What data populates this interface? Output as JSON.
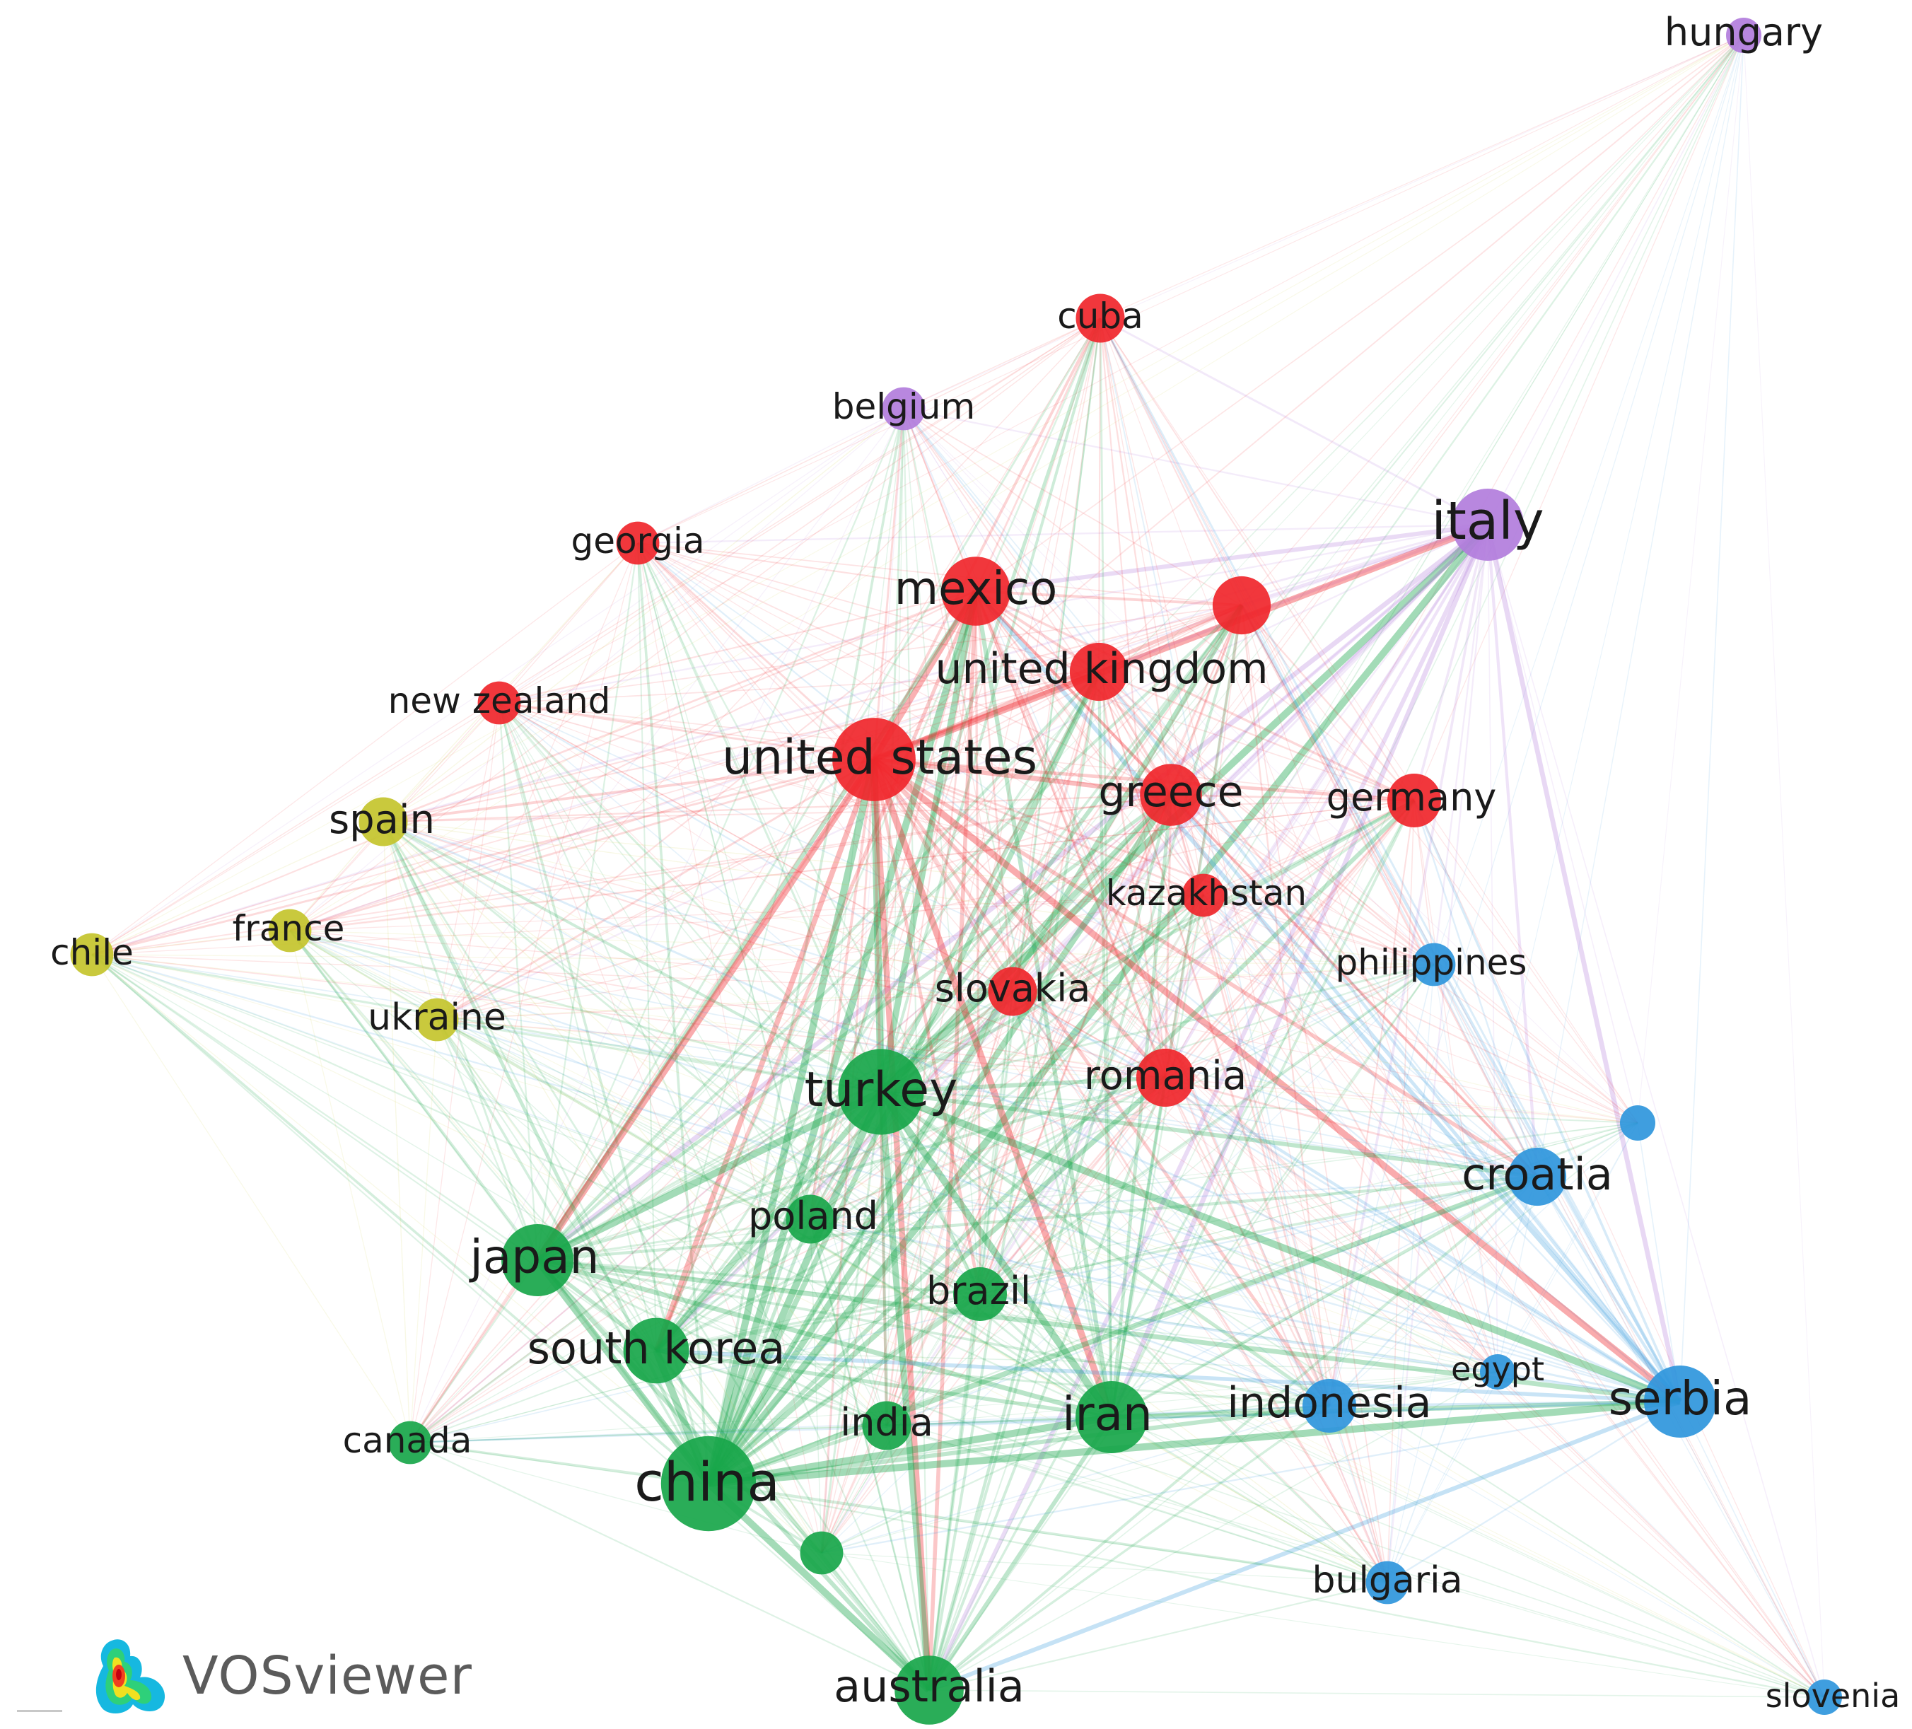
{
  "clusters": {
    "red": "#f0262b",
    "green": "#18a64a",
    "blue": "#2f96dc",
    "yellow": "#c4c42c",
    "purple": "#b27ddc"
  },
  "nodes": [
    {
      "id": "hungary",
      "label": "hungary",
      "cluster": "purple",
      "weight": 1
    },
    {
      "id": "italy",
      "label": "italy",
      "cluster": "purple",
      "weight": 9
    },
    {
      "id": "belgium",
      "label": "belgium",
      "cluster": "purple",
      "weight": 2
    },
    {
      "id": "cuba",
      "label": "cuba",
      "cluster": "red",
      "weight": 3
    },
    {
      "id": "georgia",
      "label": "georgia",
      "cluster": "red",
      "weight": 2
    },
    {
      "id": "mexico",
      "label": "mexico",
      "cluster": "red",
      "weight": 8
    },
    {
      "id": "red_unlabeled",
      "label": "",
      "cluster": "red",
      "weight": 5
    },
    {
      "id": "united_kingdom",
      "label": "united kingdom",
      "cluster": "red",
      "weight": 5
    },
    {
      "id": "new_zealand",
      "label": "new zealand",
      "cluster": "red",
      "weight": 2
    },
    {
      "id": "united_states",
      "label": "united states",
      "cluster": "red",
      "weight": 13
    },
    {
      "id": "greece",
      "label": "greece",
      "cluster": "red",
      "weight": 6
    },
    {
      "id": "germany",
      "label": "germany",
      "cluster": "red",
      "weight": 4
    },
    {
      "id": "kazakhstan",
      "label": "kazakhstan",
      "cluster": "red",
      "weight": 2
    },
    {
      "id": "slovakia",
      "label": "slovakia",
      "cluster": "red",
      "weight": 3
    },
    {
      "id": "romania",
      "label": "romania",
      "cluster": "red",
      "weight": 5
    },
    {
      "id": "spain",
      "label": "spain",
      "cluster": "yellow",
      "weight": 3
    },
    {
      "id": "france",
      "label": "france",
      "cluster": "yellow",
      "weight": 2
    },
    {
      "id": "chile",
      "label": "chile",
      "cluster": "yellow",
      "weight": 2
    },
    {
      "id": "ukraine",
      "label": "ukraine",
      "cluster": "yellow",
      "weight": 2
    },
    {
      "id": "philippines",
      "label": "philippines",
      "cluster": "blue",
      "weight": 2
    },
    {
      "id": "blue_unlabeled",
      "label": "",
      "cluster": "blue",
      "weight": 1
    },
    {
      "id": "croatia",
      "label": "croatia",
      "cluster": "blue",
      "weight": 5
    },
    {
      "id": "turkey",
      "label": "turkey",
      "cluster": "green",
      "weight": 14
    },
    {
      "id": "poland",
      "label": "poland",
      "cluster": "green",
      "weight": 3
    },
    {
      "id": "japan",
      "label": "japan",
      "cluster": "green",
      "weight": 9
    },
    {
      "id": "brazil",
      "label": "brazil",
      "cluster": "green",
      "weight": 4
    },
    {
      "id": "south_korea",
      "label": "south korea",
      "cluster": "green",
      "weight": 7
    },
    {
      "id": "iran",
      "label": "iran",
      "cluster": "green",
      "weight": 9
    },
    {
      "id": "india",
      "label": "india",
      "cluster": "green",
      "weight": 3
    },
    {
      "id": "indonesia",
      "label": "indonesia",
      "cluster": "blue",
      "weight": 4
    },
    {
      "id": "egypt",
      "label": "egypt",
      "cluster": "blue",
      "weight": 1
    },
    {
      "id": "serbia",
      "label": "serbia",
      "cluster": "blue",
      "weight": 9
    },
    {
      "id": "canada",
      "label": "canada",
      "cluster": "green",
      "weight": 2
    },
    {
      "id": "china",
      "label": "china",
      "cluster": "green",
      "weight": 18
    },
    {
      "id": "green_unlabeled",
      "label": "",
      "cluster": "green",
      "weight": 2
    },
    {
      "id": "bulgaria",
      "label": "bulgaria",
      "cluster": "blue",
      "weight": 2
    },
    {
      "id": "australia",
      "label": "australia",
      "cluster": "green",
      "weight": 8
    },
    {
      "id": "slovenia",
      "label": "slovenia",
      "cluster": "blue",
      "weight": 1
    }
  ],
  "brand": {
    "name": "VOSviewer",
    "icon": "vosviewer-heatmap-logo-icon"
  }
}
